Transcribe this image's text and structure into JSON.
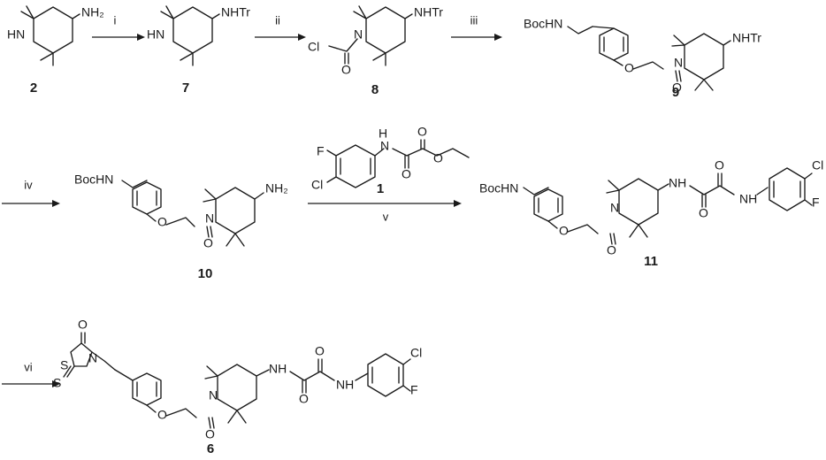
{
  "compounds": {
    "c2": {
      "number": "2",
      "amine": "NH₂",
      "ring_nh": "HN"
    },
    "c7": {
      "number": "7",
      "amine": "NHTr",
      "ring_nh": "HN"
    },
    "c8": {
      "number": "8",
      "amine": "NHTr",
      "chloro": "Cl",
      "ring_n": "N",
      "carbonyl_o": "O"
    },
    "c9": {
      "number": "9",
      "amine": "NHTr",
      "boc": "BocHN",
      "ring_n": "N",
      "ether_o": "O",
      "carbonyl_o": "O"
    },
    "c10": {
      "number": "10",
      "amine": "NH₂",
      "boc": "BocHN",
      "ring_n": "N",
      "ether_o": "O",
      "carbonyl_o": "O"
    },
    "c1": {
      "number": "1",
      "nh": "H",
      "nh_n": "N",
      "fluoro": "F",
      "chloro": "Cl",
      "ester_o": "O",
      "oxo1": "O",
      "oxo2": "O"
    },
    "c11": {
      "number": "11",
      "boc": "BocHN",
      "ring_n": "N",
      "ether_o": "O",
      "carbonyl_o": "O",
      "amide_nh1": "NH",
      "amide_nh2": "NH",
      "oxo1": "O",
      "oxo2": "O",
      "chloro": "Cl",
      "fluoro": "F"
    },
    "c6": {
      "number": "6",
      "thiaz_o": "O",
      "thiaz_s": "S",
      "thiaz_n": "N",
      "thione_s": "S",
      "ring_n": "N",
      "ether_o": "O",
      "carbonyl_o": "O",
      "amide_nh1": "NH",
      "amide_nh2": "NH",
      "oxo1": "O",
      "oxo2": "O",
      "chloro": "Cl",
      "fluoro": "F"
    }
  },
  "steps": [
    "i",
    "ii",
    "iii",
    "iv",
    "v",
    "vi"
  ]
}
